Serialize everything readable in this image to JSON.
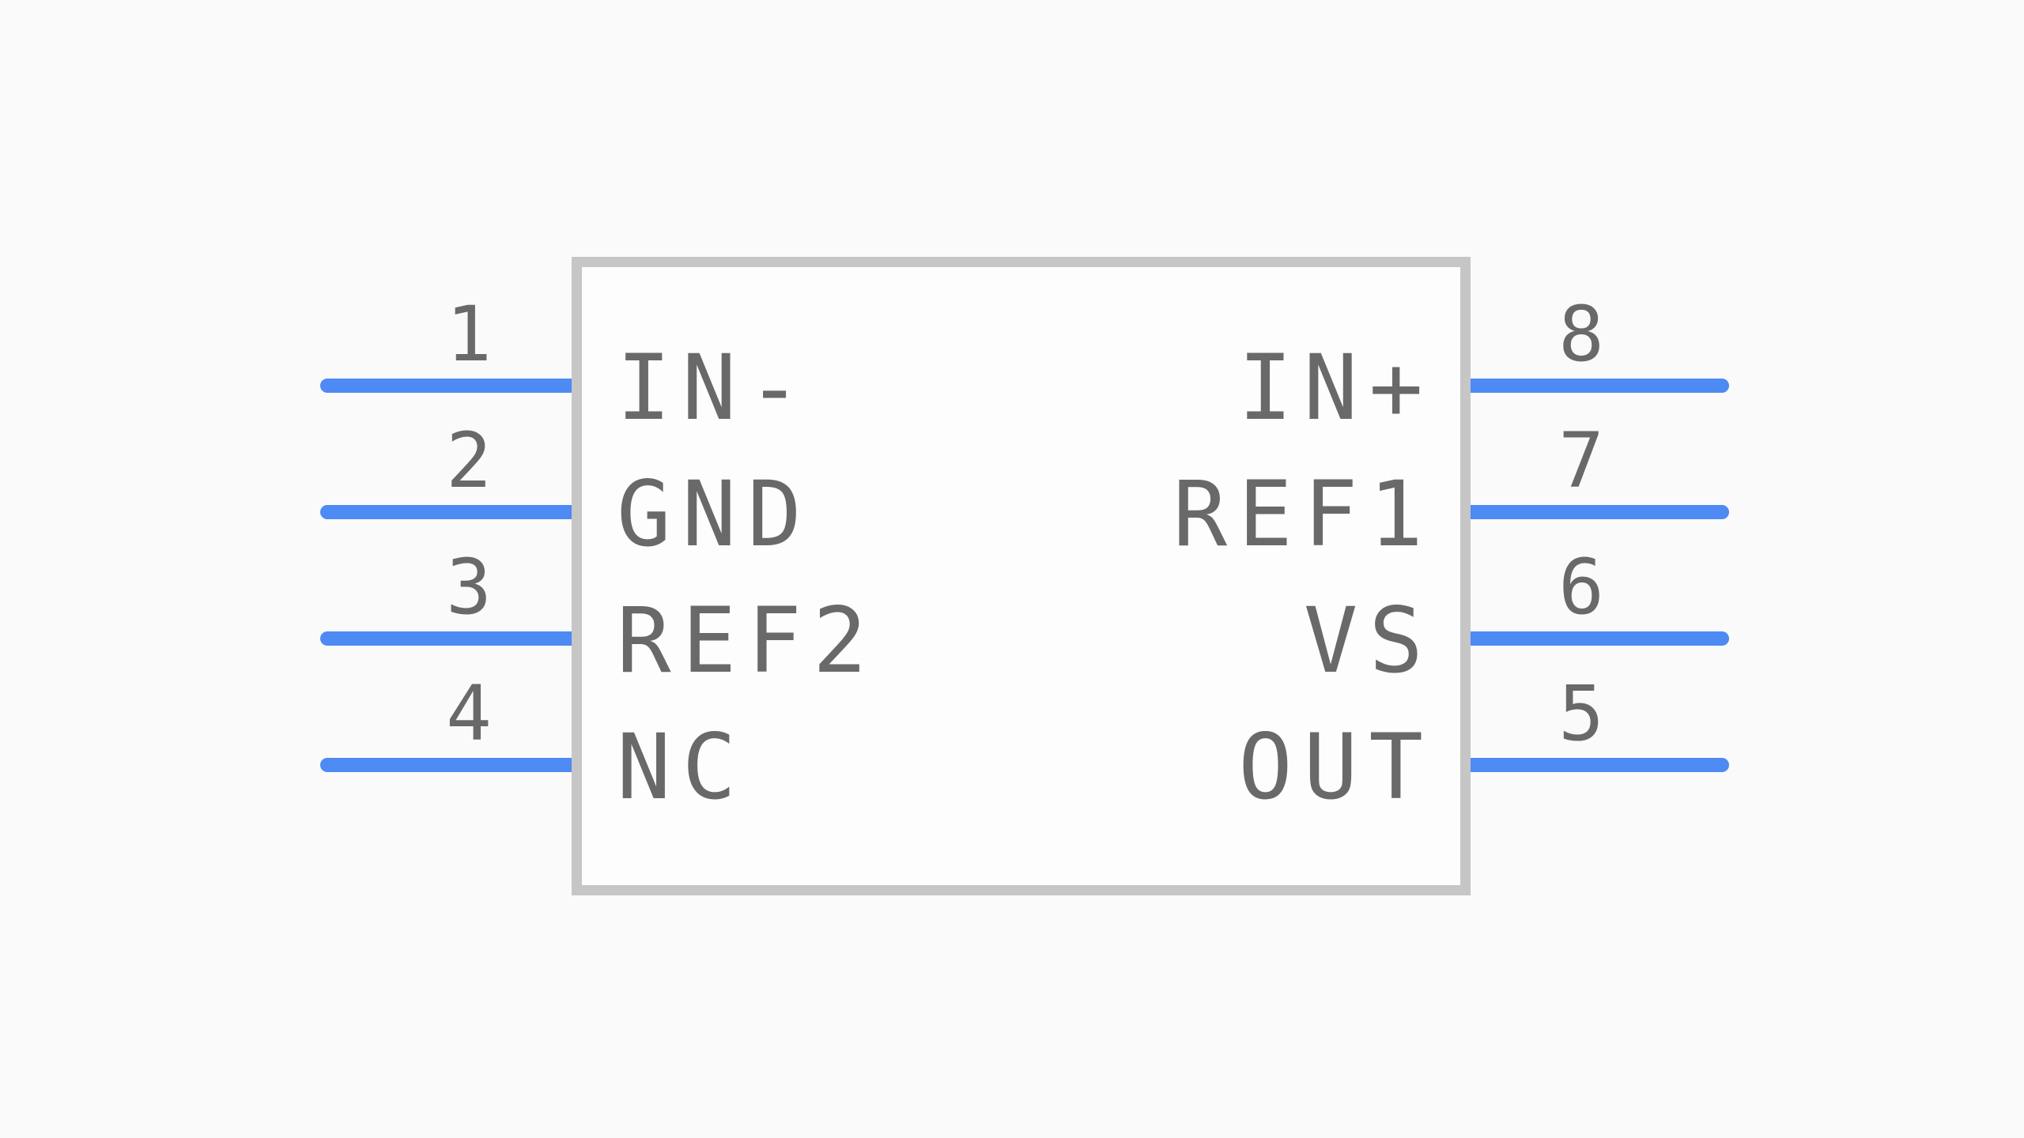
{
  "symbol": {
    "kind": "8-pin schematic symbol",
    "pins": {
      "left": [
        {
          "number": "1",
          "name": "IN-"
        },
        {
          "number": "2",
          "name": "GND"
        },
        {
          "number": "3",
          "name": "REF2"
        },
        {
          "number": "4",
          "name": "NC"
        }
      ],
      "right": [
        {
          "number": "8",
          "name": "IN+"
        },
        {
          "number": "7",
          "name": "REF1"
        },
        {
          "number": "6",
          "name": "VS"
        },
        {
          "number": "5",
          "name": "OUT"
        }
      ]
    }
  },
  "colors": {
    "pin_color": "#4d8af4",
    "border_color": "#c6c6c6",
    "text_color": "#696969",
    "page_bg": "#fafafa",
    "body_bg": "#fdfdfd"
  }
}
